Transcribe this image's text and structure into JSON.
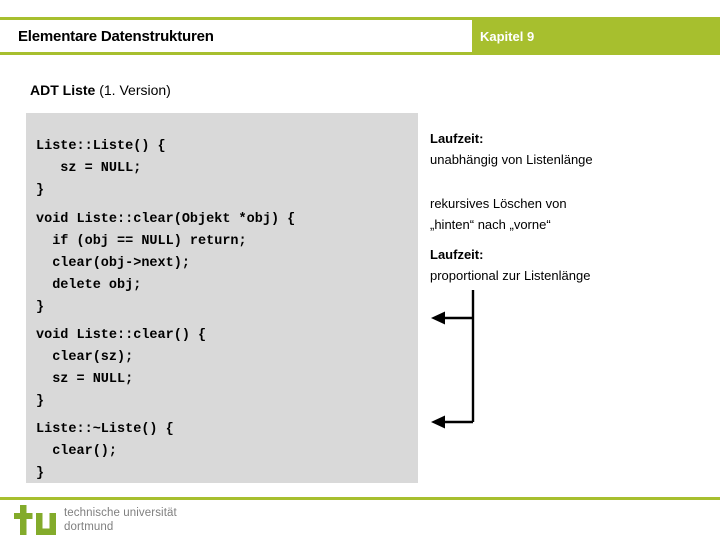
{
  "header": {
    "title": "Elementare Datenstrukturen",
    "chapter": "Kapitel 9",
    "bar_color": "#a7bf2e",
    "title_bg": "#ffffff",
    "chapter_color": "#ffffff"
  },
  "subtitle": {
    "bold_part": "ADT Liste",
    "regular_part": " (1. Version)"
  },
  "code_panel": {
    "background_color": "#d9d9d9",
    "blocks": [
      {
        "id": "constructor",
        "text": "Liste::Liste() {\n   sz = NULL;\n}"
      },
      {
        "id": "clear-recursive",
        "text": "void Liste::clear(Objekt *obj) {\n  if (obj == NULL) return;\n  clear(obj->next);\n  delete obj;\n}"
      },
      {
        "id": "clear-public",
        "text": "void Liste::clear() {\n  clear(sz);\n  sz = NULL;\n}"
      },
      {
        "id": "destructor",
        "text": "Liste::~Liste() {\n  clear();\n}"
      }
    ]
  },
  "notes": [
    {
      "id": "note-constructor",
      "bold": "Laufzeit:",
      "regular": "unabhängig von Listenlänge"
    },
    {
      "id": "note-recursion",
      "bold": "",
      "regular": "rekursives Löschen von\n„hinten“ nach „vorne“"
    },
    {
      "id": "note-runtime-linear",
      "bold": "Laufzeit:",
      "regular": "proportional zur Listenlänge"
    }
  ],
  "connectors": {
    "description": "two left-pointing arrows joined by a vertical line",
    "color": "#000000",
    "arrow_count": 2
  },
  "footer": {
    "rule_color": "#a7bf2e",
    "logo_mark_color": "#83ab2b",
    "logo_line1": "technische universität",
    "logo_line2": "dortmund",
    "logo_text_color": "#7f7f7f"
  }
}
